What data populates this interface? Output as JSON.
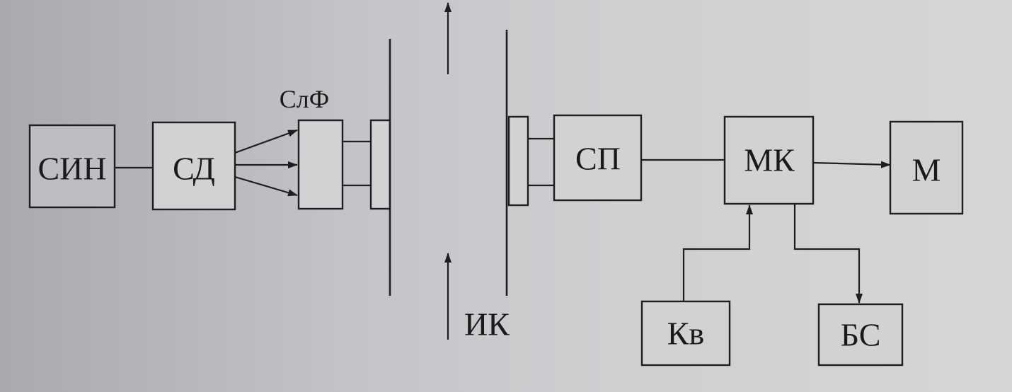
{
  "blocks": {
    "sin": "СИН",
    "sd": "СД",
    "slf": "СлФ",
    "sp": "СП",
    "mk": "МК",
    "m": "М",
    "kv": "Кв",
    "bs": "БС"
  },
  "ir_label": "ИК"
}
